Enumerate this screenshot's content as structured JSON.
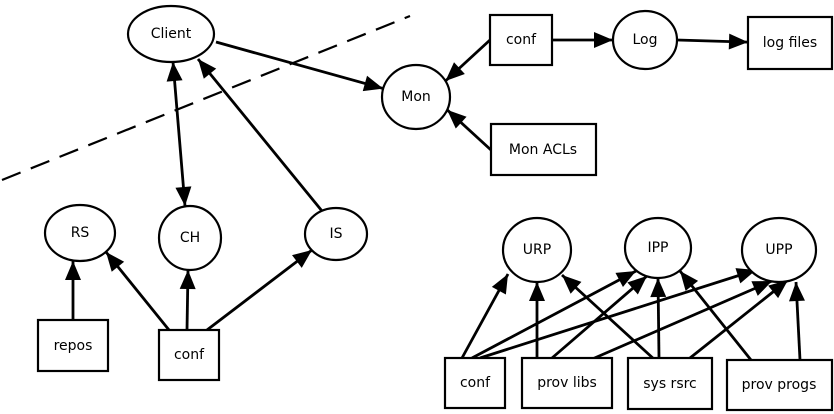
{
  "nodes": {
    "client": "Client",
    "mon": "Mon",
    "conf_top": "conf",
    "log": "Log",
    "log_files": "log files",
    "mon_acls": "Mon ACLs",
    "rs": "RS",
    "ch": "CH",
    "is": "IS",
    "repos": "repos",
    "conf_left": "conf",
    "urp": "URP",
    "ipp": "IPP",
    "upp": "UPP",
    "conf_right": "conf",
    "prov_libs": "prov libs",
    "sys_rsrc": "sys rsrc",
    "prov_progs": "prov progs"
  },
  "edges": [
    {
      "from": "client",
      "to": "mon",
      "arrow": "end"
    },
    {
      "from": "conf_top",
      "to": "mon",
      "arrow": "end"
    },
    {
      "from": "conf_top",
      "to": "log",
      "arrow": "end"
    },
    {
      "from": "log",
      "to": "log_files",
      "arrow": "end"
    },
    {
      "from": "mon_acls",
      "to": "mon",
      "arrow": "end"
    },
    {
      "from": "ch",
      "to": "client",
      "arrow": "both"
    },
    {
      "from": "is",
      "to": "client",
      "arrow": "end"
    },
    {
      "from": "repos",
      "to": "rs",
      "arrow": "end"
    },
    {
      "from": "conf_left",
      "to": "rs",
      "arrow": "end"
    },
    {
      "from": "conf_left",
      "to": "ch",
      "arrow": "end"
    },
    {
      "from": "conf_left",
      "to": "is",
      "arrow": "end"
    },
    {
      "from": "conf_right",
      "to": "urp",
      "arrow": "end"
    },
    {
      "from": "conf_right",
      "to": "ipp",
      "arrow": "end"
    },
    {
      "from": "conf_right",
      "to": "upp",
      "arrow": "end"
    },
    {
      "from": "prov_libs",
      "to": "urp",
      "arrow": "end"
    },
    {
      "from": "prov_libs",
      "to": "ipp",
      "arrow": "end"
    },
    {
      "from": "prov_libs",
      "to": "upp",
      "arrow": "end"
    },
    {
      "from": "sys_rsrc",
      "to": "urp",
      "arrow": "end"
    },
    {
      "from": "sys_rsrc",
      "to": "ipp",
      "arrow": "end"
    },
    {
      "from": "sys_rsrc",
      "to": "upp",
      "arrow": "end"
    },
    {
      "from": "prov_progs",
      "to": "ipp",
      "arrow": "end"
    },
    {
      "from": "prov_progs",
      "to": "upp",
      "arrow": "end"
    }
  ]
}
